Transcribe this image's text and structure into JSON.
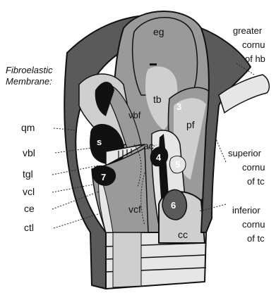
{
  "diagram": {
    "colors": {
      "dark": "#5a5a5a",
      "mid": "#9a9a9a",
      "light": "#cfcfcf",
      "lighter": "#e6e6e6",
      "black": "#111111",
      "white": "#ffffff"
    },
    "header_label": "Fibroelastic Membrane:",
    "labels": {
      "eg": "eg",
      "tb": "tb",
      "vbf": "vbf",
      "pf": "pf",
      "ac": "ac",
      "s": "s",
      "vcf": "vcf",
      "cc": "cc",
      "qm": "qm",
      "vbl": "vbl",
      "tgl": "tgl",
      "vcl": "vcl",
      "ce": "ce",
      "ctl": "ctl",
      "greater_cornu_line1": "greater",
      "greater_cornu_line2": "cornu",
      "greater_cornu_line3": "of hb",
      "superior_cornu_line1": "superior",
      "superior_cornu_line2": "cornu",
      "superior_cornu_line3": "of tc",
      "inferior_cornu_line1": "inferior",
      "inferior_cornu_line2": "cornu",
      "inferior_cornu_line3": "of tc"
    },
    "numbers": {
      "n3": "3",
      "n4": "4",
      "n5": "5",
      "n6": "6",
      "n7": "7"
    }
  }
}
